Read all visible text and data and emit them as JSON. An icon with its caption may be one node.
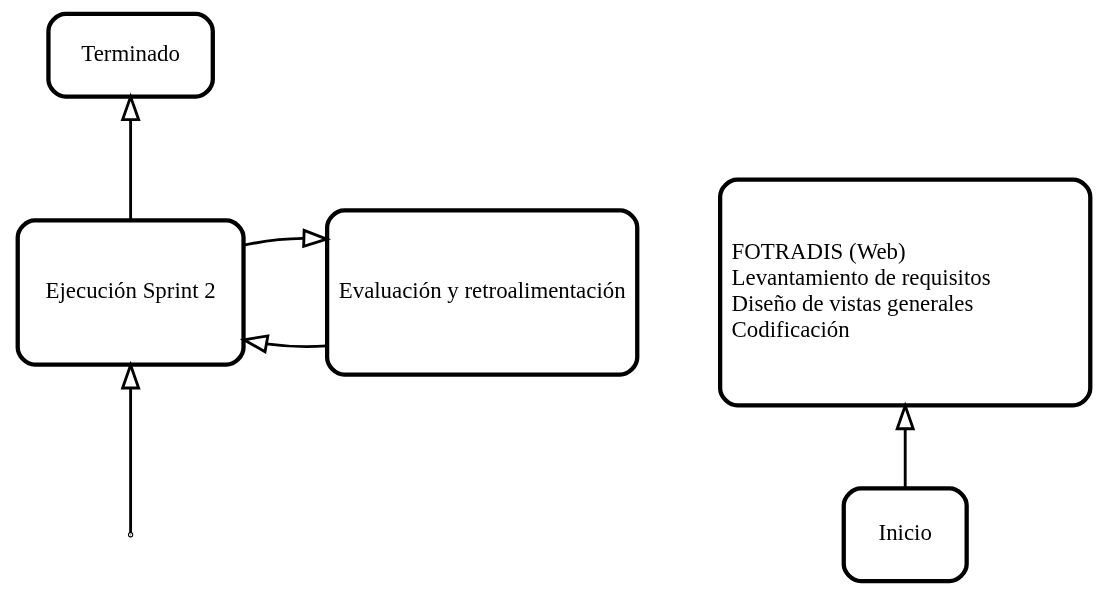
{
  "diagram": {
    "nodes": [
      {
        "text": [
          "Terminado"
        ]
      },
      {
        "text": [
          "Evaluación y retroalimentación"
        ]
      },
      {
        "text": [
          "Ejecución Sprint 2"
        ]
      },
      {
        "text": [
          "FOTRADIS (Web)",
          "Levantamiento de requisitos",
          "Diseño de vistas generales",
          "Codificación"
        ]
      },
      {
        "text": [
          "Inicio"
        ]
      }
    ],
    "edges": [
      {
        "from": 2,
        "to": 0,
        "arrow": "to"
      },
      {
        "from": 2,
        "to": 1,
        "arrow": "to"
      },
      {
        "from": 1,
        "to": 2,
        "arrow": "to"
      },
      {
        "from": null,
        "to": 2,
        "arrow": "to"
      },
      {
        "from": 4,
        "to": 3,
        "arrow": "to"
      }
    ]
  }
}
